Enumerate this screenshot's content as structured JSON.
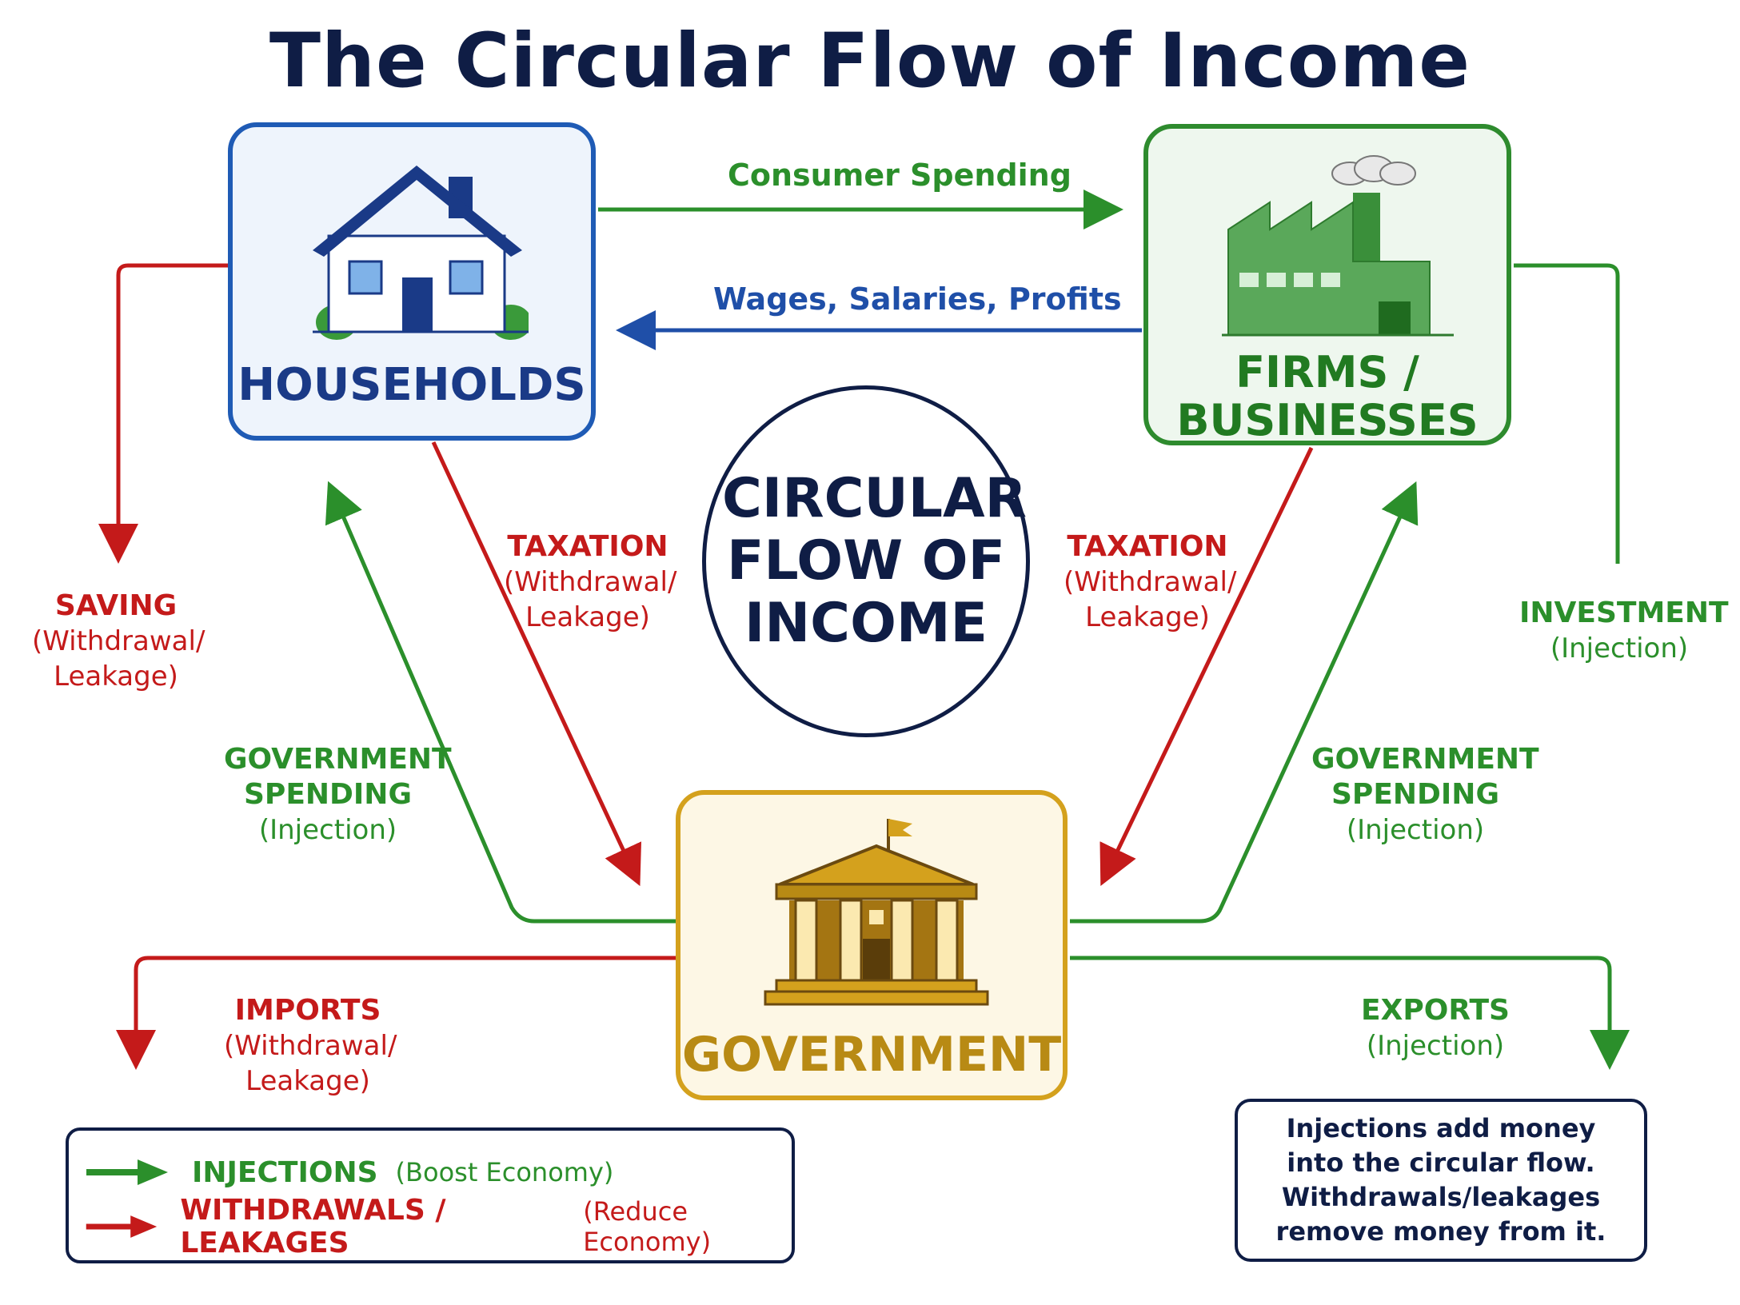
{
  "title": "The Circular Flow of Income",
  "center": "CIRCULAR FLOW OF INCOME",
  "nodes": {
    "households": "HOUSEHOLDS",
    "firms_line1": "FIRMS /",
    "firms_line2": "BUSINESSES",
    "government": "GOVERNMENT"
  },
  "flows": {
    "consumer_spending": "Consumer Spending",
    "wages": "Wages, Salaries, Profits",
    "saving": {
      "main": "SAVING",
      "sub1": "(Withdrawal/",
      "sub2": "Leakage)"
    },
    "taxation_left": {
      "main": "TAXATION",
      "sub1": "(Withdrawal/",
      "sub2": "Leakage)"
    },
    "taxation_right": {
      "main": "TAXATION",
      "sub1": "(Withdrawal/",
      "sub2": "Leakage)"
    },
    "investment": {
      "main": "INVESTMENT",
      "sub": "(Injection)"
    },
    "gov_spending_left": {
      "main1": "GOVERNMENT",
      "main2": "SPENDING",
      "sub": "(Injection)"
    },
    "gov_spending_right": {
      "main1": "GOVERNMENT",
      "main2": "SPENDING",
      "sub": "(Injection)"
    },
    "imports": {
      "main": "IMPORTS",
      "sub1": "(Withdrawal/",
      "sub2": "Leakage)"
    },
    "exports": {
      "main": "EXPORTS",
      "sub": "(Injection)"
    }
  },
  "legend": {
    "injections": "INJECTIONS",
    "injections_note": "(Boost Economy)",
    "withdrawals": "WITHDRAWALS / LEAKAGES",
    "withdrawals_note": "(Reduce Economy)"
  },
  "note": "Injections add money into the circular flow. Withdrawals/leakages remove money from it.",
  "colors": {
    "injection": "#2b8f2b",
    "withdrawal": "#c41a1a",
    "income": "#1f4fa8",
    "households": "#1f5bb5",
    "firms": "#2e8b2e",
    "government": "#d4a11d",
    "title": "#0f1d45"
  },
  "icons": {
    "households": "house-icon",
    "firms": "factory-icon",
    "government": "government-building-icon"
  }
}
